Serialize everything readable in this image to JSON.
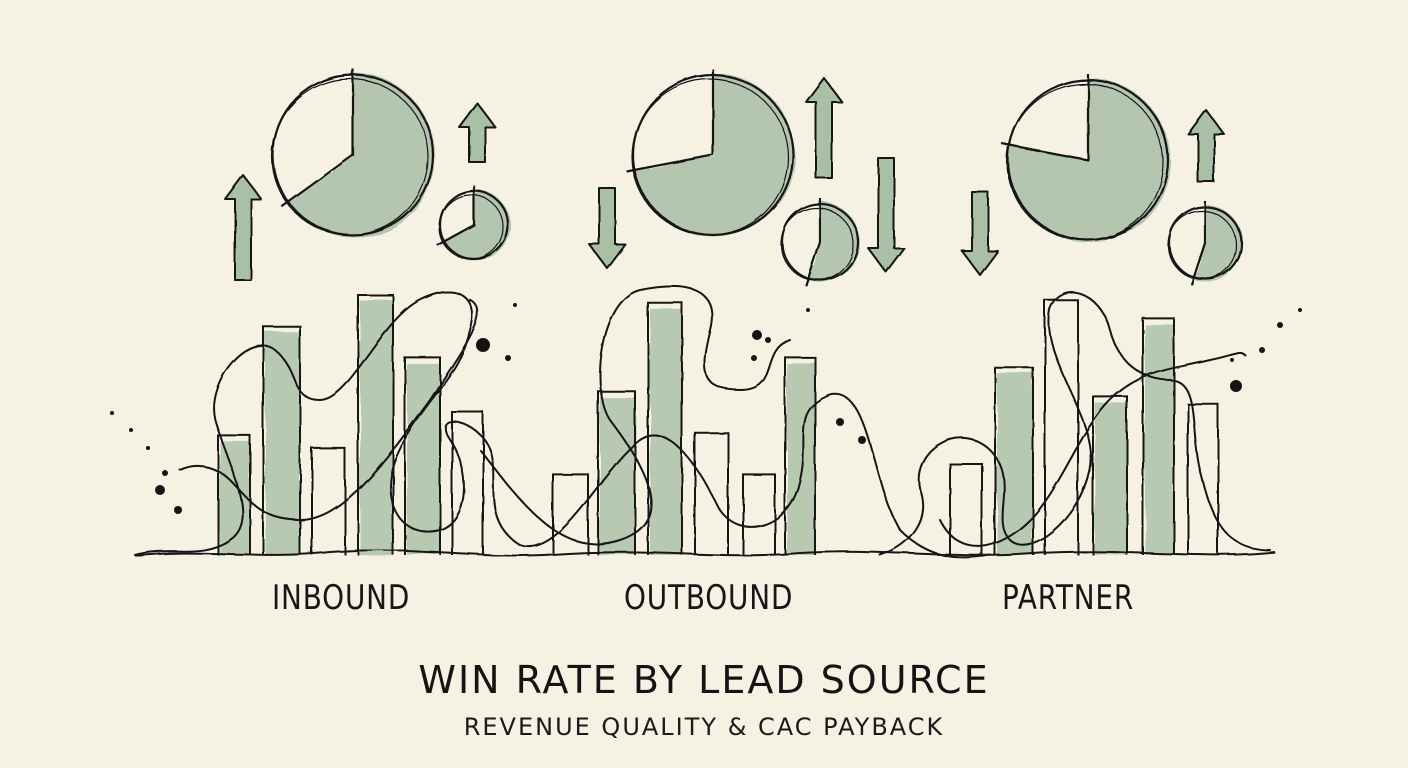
{
  "chart_data": {
    "type": "bar",
    "title": "WIN RATE BY LEAD SOURCE",
    "subtitle": "REVENUE QUALITY & CAC PAYBACK",
    "xlabel": "",
    "ylabel": "",
    "grid": false,
    "legend": null,
    "categories": [
      "INBOUND",
      "OUTBOUND",
      "PARTNER"
    ],
    "style": "hand-drawn watercolor sketch",
    "colors": {
      "background": "#f5f2e4",
      "wash": "#a9bfa6",
      "ink": "#141414"
    },
    "groups": [
      {
        "label": "INBOUND",
        "bars_relative_height": [
          46,
          88,
          41,
          100,
          76,
          55
        ],
        "pie_large_filled_pct": 65,
        "pie_small_filled_pct": 67,
        "arrows": [
          "up",
          "up"
        ]
      },
      {
        "label": "OUTBOUND",
        "bars_relative_height": [
          31,
          63,
          97,
          47,
          31,
          76
        ],
        "pie_large_filled_pct": 72,
        "pie_small_filled_pct": 55,
        "arrows": [
          "down",
          "up",
          "down"
        ]
      },
      {
        "label": "PARTNER",
        "bars_relative_height": [
          35,
          72,
          98,
          61,
          91,
          58
        ],
        "pie_large_filled_pct": 78,
        "pie_small_filled_pct": 55,
        "arrows": [
          "down-curved",
          "up"
        ]
      }
    ],
    "ylim": [
      0,
      100
    ]
  },
  "labels": {
    "inbound": "INBOUND",
    "outbound": "OUTBOUND",
    "partner": "PARTNER",
    "title": "WIN RATE BY LEAD SOURCE",
    "subtitle": "REVENUE QUALITY & CAC PAYBACK"
  }
}
